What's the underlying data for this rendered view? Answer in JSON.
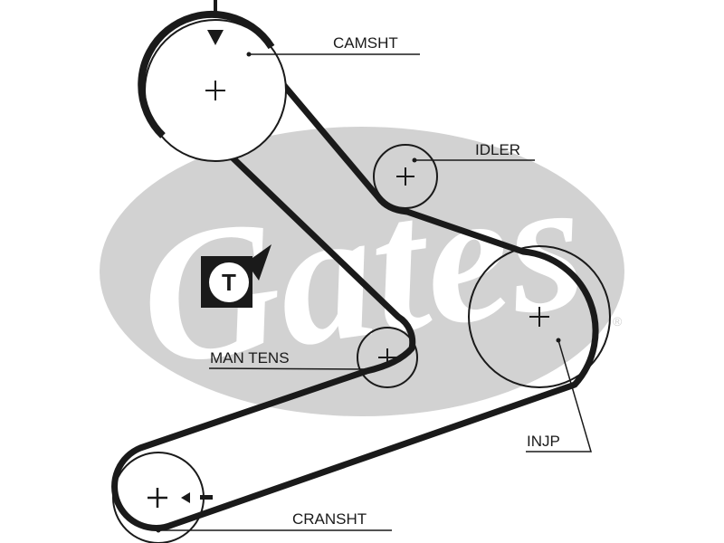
{
  "diagram": {
    "title": "Timing belt routing diagram",
    "brand_watermark": "Gates",
    "registered_mark": "®",
    "tensioner_badge_letter": "T",
    "crank_marker_sign": "-",
    "colors": {
      "belt": "#1a1a1a",
      "watermark": "#d2d2d2",
      "background": "#ffffff"
    },
    "pulleys": [
      {
        "id": "camshaft",
        "label": "CAMSHT"
      },
      {
        "id": "idler",
        "label": "IDLER"
      },
      {
        "id": "manual-tensioner",
        "label": "MAN TENS"
      },
      {
        "id": "injection-pump",
        "label": "INJP"
      },
      {
        "id": "crankshaft",
        "label": "CRANSHT"
      }
    ]
  }
}
